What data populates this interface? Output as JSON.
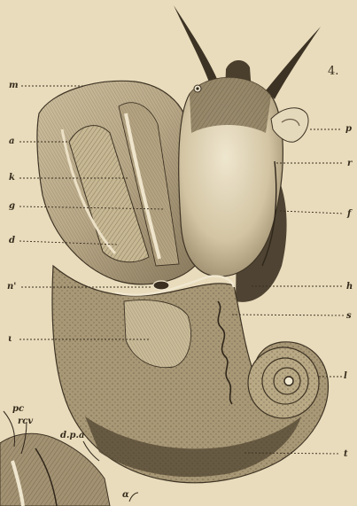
{
  "figure": {
    "number": "4.",
    "labels": {
      "m": "m",
      "a": "a",
      "k": "k",
      "g": "g",
      "d": "d",
      "n": "n'",
      "i": "ι",
      "p": "p",
      "r": "r",
      "f": "f",
      "h": "h",
      "s": "s",
      "l": "l",
      "t": "t",
      "pc": "pc",
      "rcv": "rcv",
      "dpa": "d.p.a",
      "alpha": "α"
    }
  },
  "colors": {
    "paper": "#e9dcbc",
    "ink": "#352b1c",
    "mantle_light": "#cfc1a0",
    "mantle_shade": "#9a8a6c",
    "body_dark": "#6e604a",
    "body_light": "#d8cbab"
  }
}
